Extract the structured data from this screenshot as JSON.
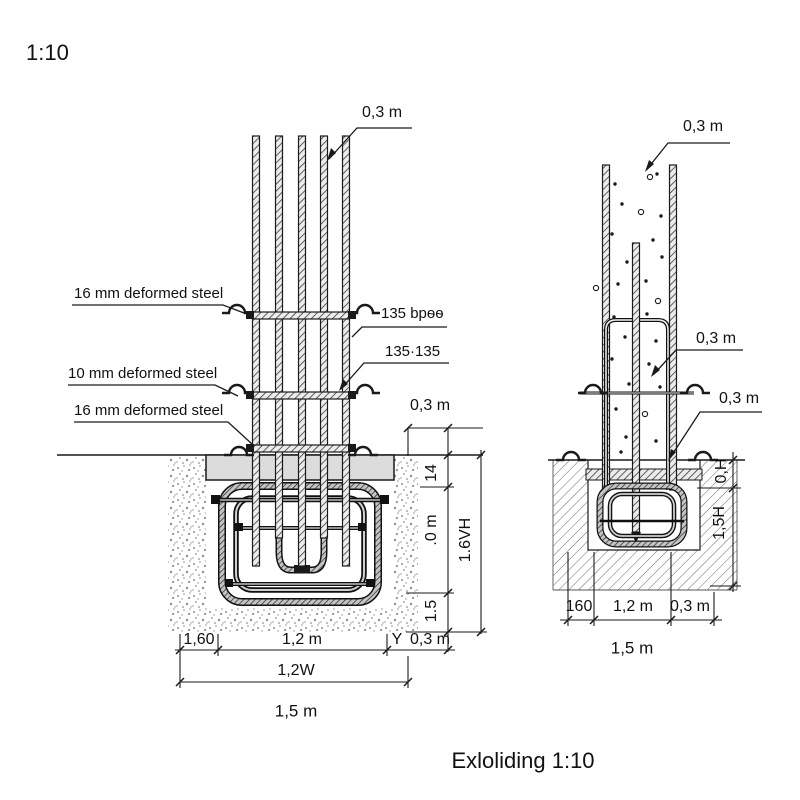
{
  "drawing": {
    "scale_label": "1:10",
    "caption": "Exloliding 1:10"
  },
  "left_figure": {
    "top_rebar_dim": "0,3 m",
    "steel_labels": [
      "16 mm deformed steel",
      "10 mm deformed steel",
      "16 mm deformed steel"
    ],
    "tie_labels": [
      "135 bpѳѳ",
      "135·135"
    ],
    "edge_offset_dim": "0,3 m",
    "depth_dims": [
      "14",
      ".0 m",
      "1.5"
    ],
    "depth_total_dim": "1.6VH",
    "width_dims_row1": [
      "1,60",
      "1,2 m",
      "Y",
      "0,3 m"
    ],
    "width_dim_row2": "1,2W",
    "width_total_dim": "1,5 m"
  },
  "right_figure": {
    "top_rebar_dim": "0,3 m",
    "cage_dim": "0,3 m",
    "offset_dim": "0,3 m",
    "depth_dims": [
      "0,H",
      "1,5H"
    ],
    "width_dims": [
      "160",
      "1,2 m",
      "0,3 m"
    ],
    "width_total_dim": "1,5 m"
  },
  "colors": {
    "line": "#1a1a1a",
    "cap_fill": "#dcdcdc",
    "ground_dot": "#8f8f8f"
  }
}
